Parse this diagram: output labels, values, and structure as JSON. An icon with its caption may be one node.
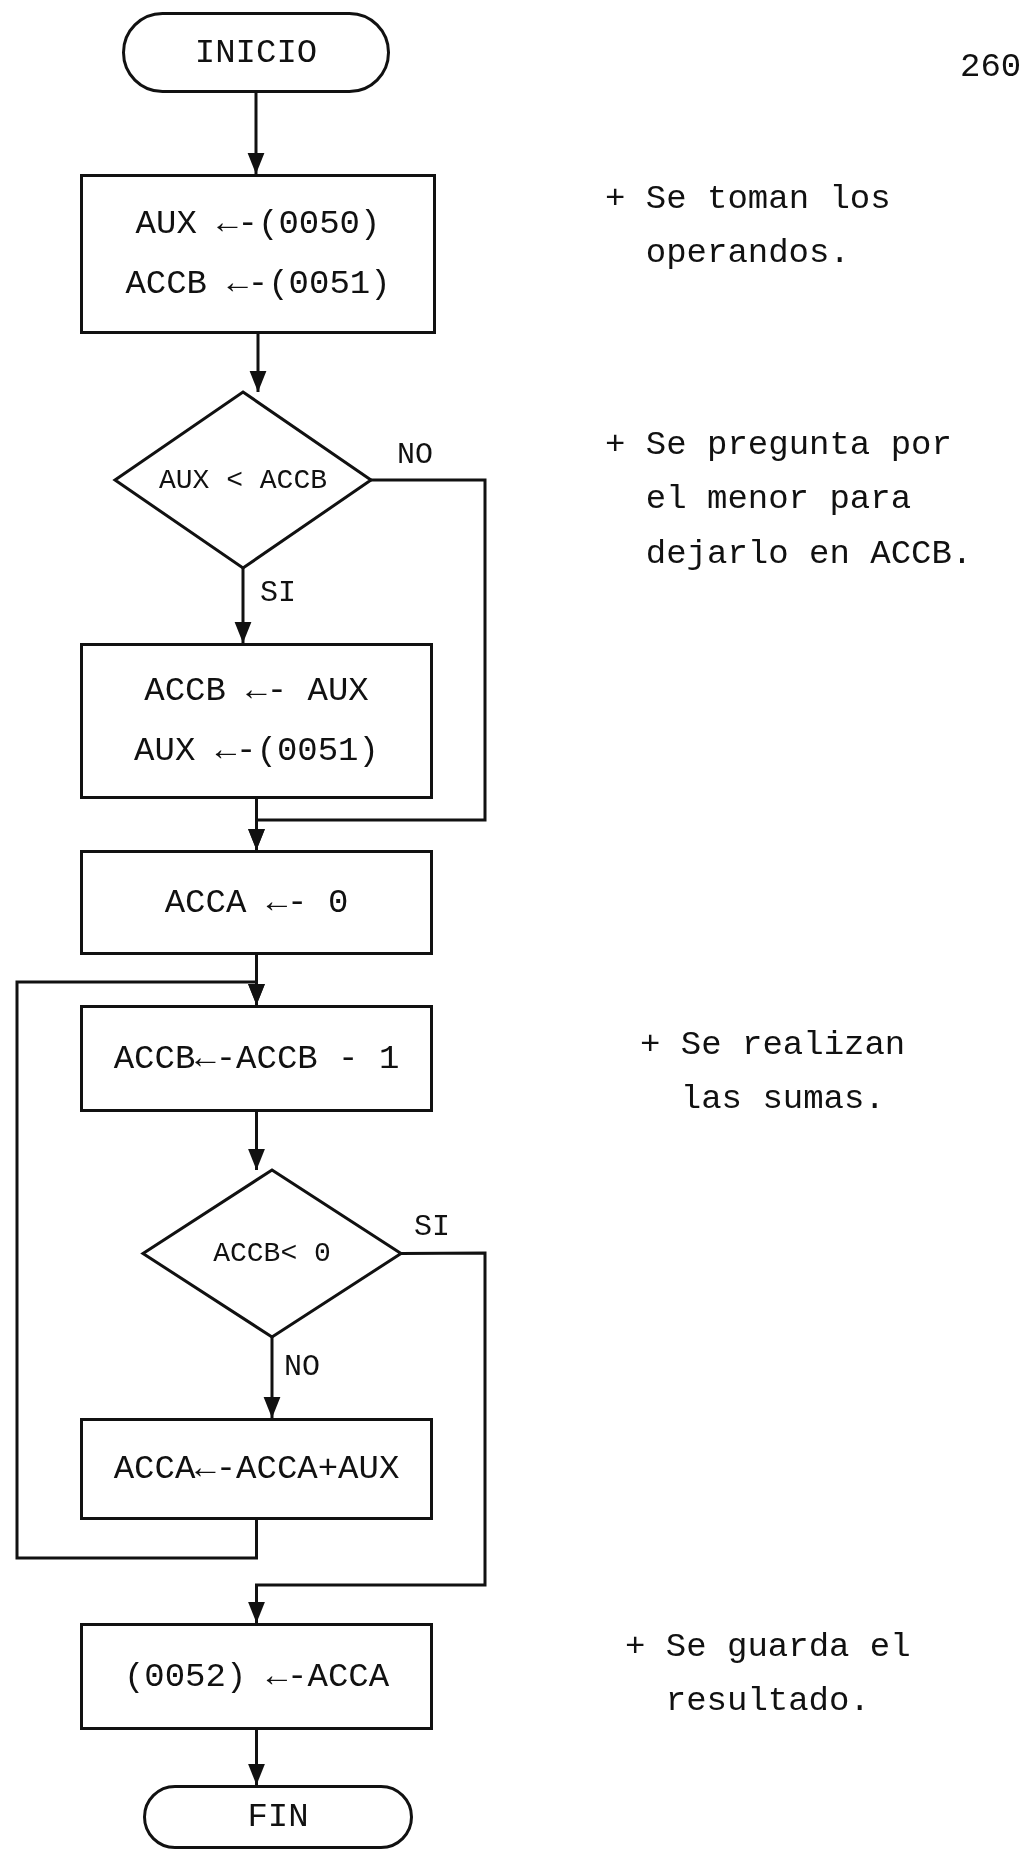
{
  "diagram": {
    "nodes": [
      {
        "text": [
          "INICIO"
        ]
      },
      {
        "text": [
          "AUX ←-(0050)",
          "ACCB ←-(0051)"
        ]
      },
      {
        "text": [
          "AUX < ACCB"
        ]
      },
      {
        "text": [
          "ACCB ←- AUX",
          "AUX ←-(0051)"
        ]
      },
      {
        "text": [
          "ACCA ←- 0"
        ]
      },
      {
        "text": [
          "ACCB←-ACCB - 1"
        ]
      },
      {
        "text": [
          "ACCB< 0"
        ]
      },
      {
        "text": [
          "ACCA←-ACCA+AUX"
        ]
      },
      {
        "text": [
          "(0052) ←-ACCA"
        ]
      },
      {
        "text": [
          "FIN"
        ]
      }
    ],
    "edges": [
      {
        "from": 0,
        "to": 1,
        "arrow": "to"
      },
      {
        "from": 1,
        "to": 2,
        "arrow": "to"
      },
      {
        "from": 2,
        "to": 3,
        "arrow": "to",
        "label": "SI"
      },
      {
        "from": 2,
        "to": 4,
        "arrow": "to",
        "label": "NO"
      },
      {
        "from": 3,
        "to": 4,
        "arrow": "to"
      },
      {
        "from": 4,
        "to": 5,
        "arrow": "to"
      },
      {
        "from": 7,
        "to": 5,
        "arrow": "to"
      },
      {
        "from": 5,
        "to": 6,
        "arrow": "to"
      },
      {
        "from": 6,
        "to": 7,
        "arrow": "to",
        "label": "NO"
      },
      {
        "from": 6,
        "to": 8,
        "arrow": "to",
        "label": "SI"
      },
      {
        "from": 8,
        "to": 9,
        "arrow": "to"
      }
    ],
    "labels": [
      "260",
      "+ Se toman los operandos.",
      "+ Se pregunta por el menor para dejarlo en ACCB.",
      "+ Se realizan las sumas.",
      "+ Se guarda el resultado."
    ]
  }
}
